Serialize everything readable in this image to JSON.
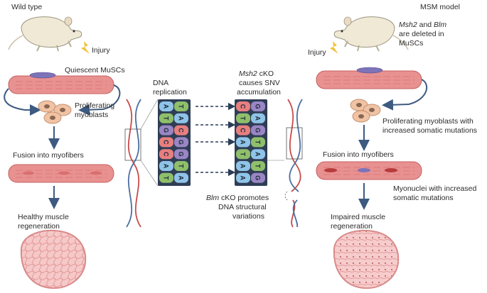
{
  "left": {
    "title": "Wild type",
    "injury": "Injury",
    "quiescent": "Quiescent MuSCs",
    "proliferating_1": "Proliferating",
    "proliferating_2": "myoblasts",
    "fusion": "Fusion into myofibers",
    "healthy_1": "Healthy muscle",
    "healthy_2": "regeneration"
  },
  "center": {
    "dna_rep_1": "DNA",
    "dna_rep_2": "replication",
    "msh2_gene": "Msh2",
    "msh2_rest_1": " cKO",
    "msh2_2": "causes SNV",
    "msh2_3": "accumulation",
    "blm_gene": "Blm",
    "blm_rest_1": " cKO promotes",
    "blm_2": "DNA structural",
    "blm_3": "variations",
    "left_strand_1": [
      "A",
      "T",
      "G",
      "C",
      "C",
      "A",
      "T"
    ],
    "left_strand_2": [
      "T",
      "A",
      "C",
      "G",
      "G",
      "T",
      "A"
    ],
    "right_strand_1": [
      "C",
      "T",
      "C",
      "A",
      "T",
      "A",
      "A"
    ],
    "right_strand_2": [
      "G",
      "A",
      "G",
      "T",
      "A",
      "T",
      "G"
    ]
  },
  "right": {
    "title": "MSM model",
    "deleted_gene1": "Msh2",
    "deleted_and": " and ",
    "deleted_gene2": "Blm",
    "deleted_2": "are deleted in",
    "deleted_3": "MuSCs",
    "injury": "Injury",
    "prolif_1": "Proliferating myoblasts with",
    "prolif_2": "increased somatic mutations",
    "fusion": "Fusion into myofibers",
    "myonuclei_1": "Myonuclei with increased",
    "myonuclei_2": "somatic mutations",
    "impaired_1": "Impaired muscle",
    "impaired_2": "regeneration"
  },
  "colors": {
    "arrow": "#3d5a80",
    "fiber": "#e38a8a",
    "fiber_dark": "#c85a5a",
    "mouse": "#efe9d6",
    "base_A": "#8fc4e8",
    "base_T": "#8fbf6a",
    "base_G": "#9a86c4",
    "base_C": "#e87f7f",
    "tissue": "#f2b8b8"
  }
}
